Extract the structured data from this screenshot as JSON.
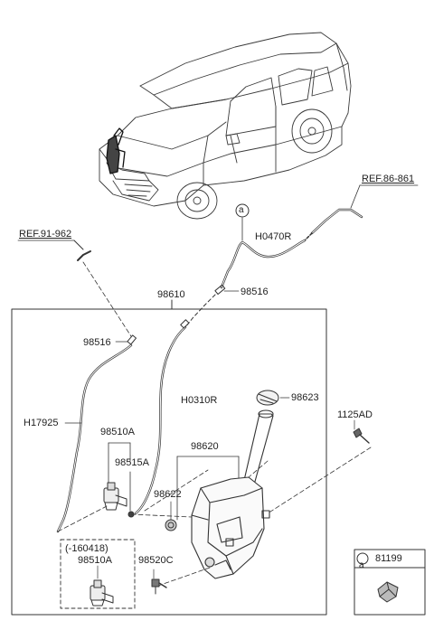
{
  "diagram": {
    "labels": {
      "ref_86_861": "REF.86-861",
      "ref_91_962": "REF.91-962",
      "h0470r": "H0470R",
      "p98516_upper": "98516",
      "p98610": "98610",
      "p98516_lower": "98516",
      "h0310r": "H0310R",
      "p98623": "98623",
      "p1125ad": "1125AD",
      "h17925": "H17925",
      "p98510a": "98510A",
      "p98515a": "98515A",
      "p98620": "98620",
      "p98622": "98622",
      "variant_code": "(-160418)",
      "p98510a_variant": "98510A",
      "p98520c": "98520C",
      "inset_part": "81199"
    },
    "callout_letter": "a",
    "inset_letter": "a"
  }
}
